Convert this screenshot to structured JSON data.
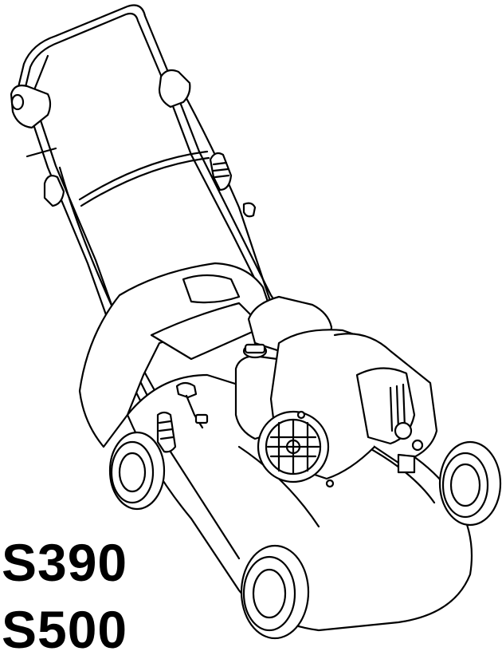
{
  "models": [
    "S390",
    "S500"
  ],
  "illustration": {
    "icon": "scarifier-lawn-mower-line-drawing",
    "stroke_color": "#000000",
    "fill_color": "#ffffff"
  }
}
